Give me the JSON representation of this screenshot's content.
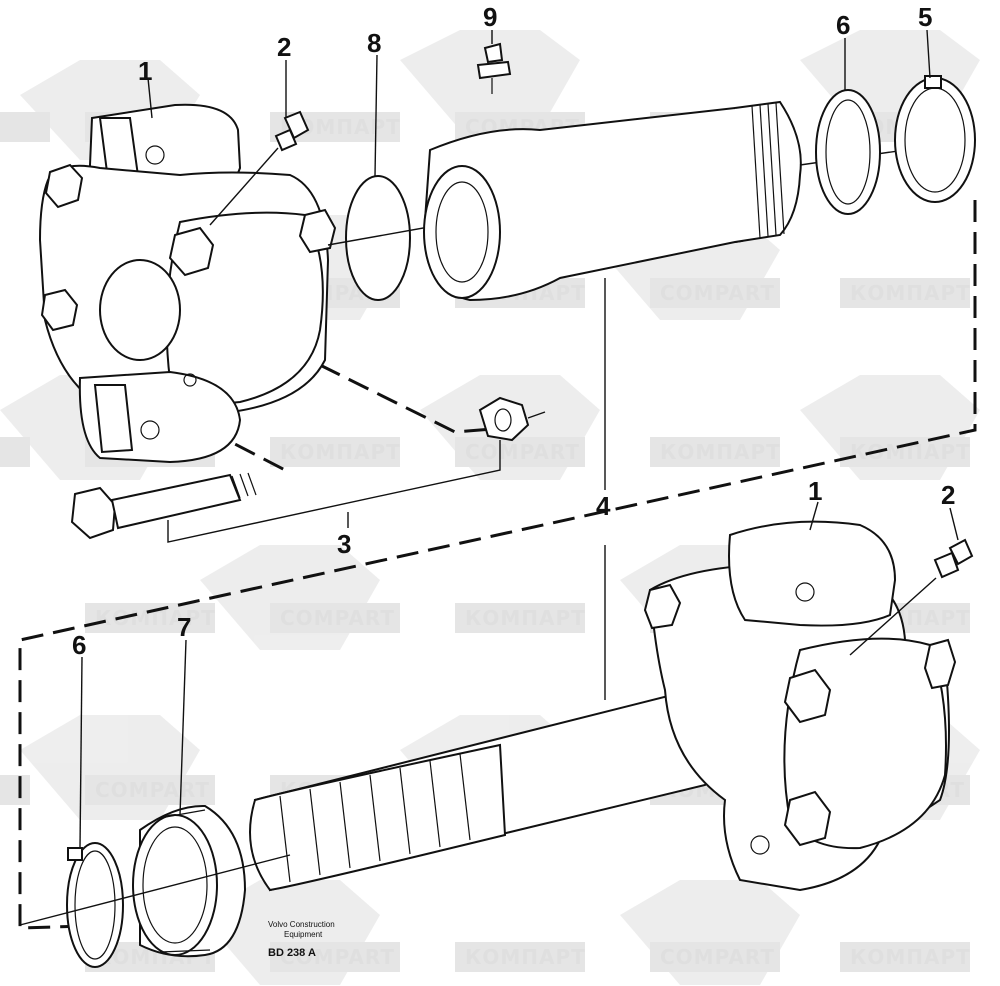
{
  "watermark": {
    "logo_text_cyrillic": "КОМПАРТ",
    "logo_text_latin": "COMPART"
  },
  "callouts": {
    "top": {
      "p1": "1",
      "p2": "2",
      "p3": "3",
      "p4": "4",
      "p5": "5",
      "p6": "6",
      "p8": "8",
      "p9": "9"
    },
    "bottom": {
      "p1": "1",
      "p2": "2",
      "p6": "6",
      "p7": "7"
    }
  },
  "footer": {
    "maker_line1": "Volvo Construction",
    "maker_line2": "Equipment",
    "drawing_ref": "BD 238 A"
  }
}
